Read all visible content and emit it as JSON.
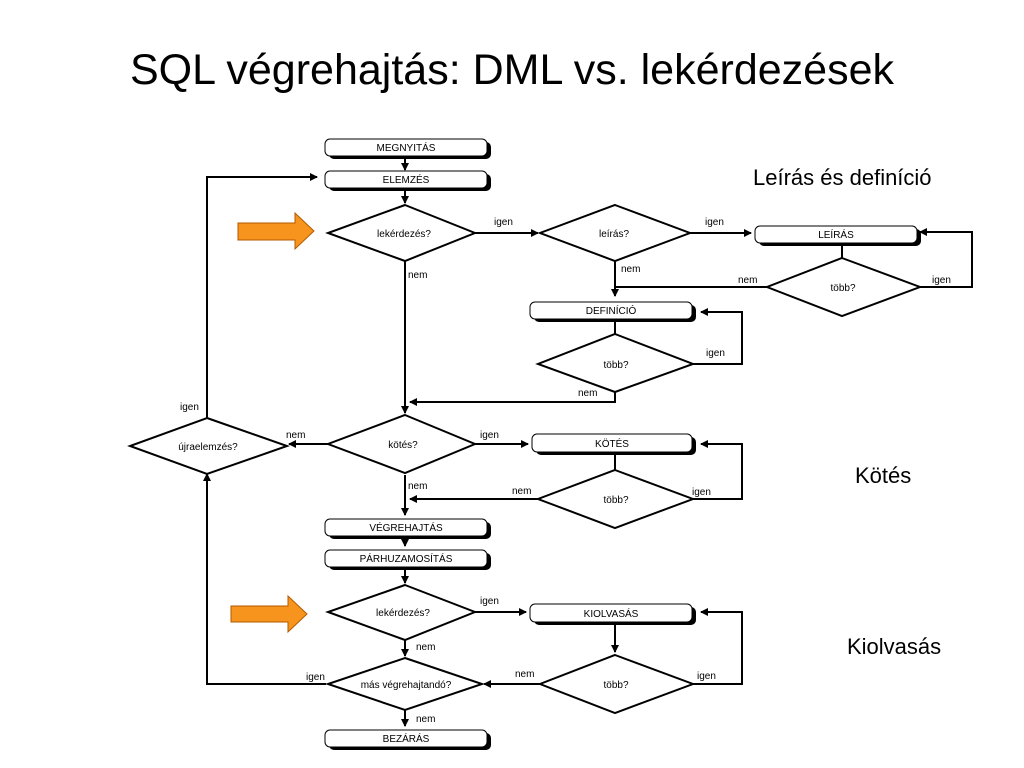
{
  "slide": {
    "title": "SQL végrehajtás: DML vs. lekérdezések",
    "side_labels": {
      "definition": "Leírás és definíció",
      "binding": "Kötés",
      "fetch": "Kiolvasás"
    }
  },
  "colors": {
    "arrow_fill": "#f7941d",
    "arrow_stroke": "#b35a00",
    "line": "#000000"
  },
  "flow": {
    "boxes": {
      "open": "MEGNYITÁS",
      "parse": "ELEMZÉS",
      "describe": "LEÍRÁS",
      "define": "DEFINÍCIÓ",
      "bind": "KÖTÉS",
      "execute": "VÉGREHAJTÁS",
      "parallelize": "PÁRHUZAMOSÍTÁS",
      "fetch": "KIOLVASÁS",
      "close": "BEZÁRÁS"
    },
    "decisions": {
      "query1": "lekérdezés?",
      "describe_q": "leírás?",
      "more_describe": "több?",
      "more_define": "több?",
      "reparse": "újraelemzés?",
      "bind_q": "kötés?",
      "more_bind": "több?",
      "query2": "lekérdezés?",
      "more_fetch": "több?",
      "more_exec": "más végrehajtandó?"
    },
    "labels": {
      "igen": "igen",
      "nem": "nem"
    }
  }
}
